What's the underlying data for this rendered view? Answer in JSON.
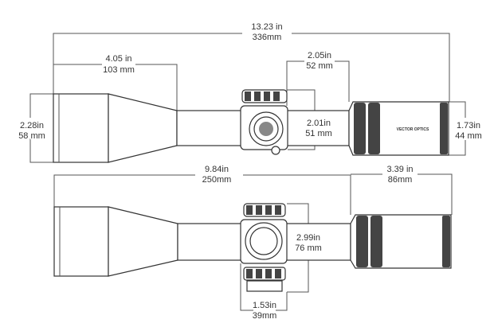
{
  "top_view": {
    "overall_length": {
      "inches": "13.23 in",
      "mm": "336mm"
    },
    "objective_bell_length": {
      "inches": "4.05 in",
      "mm": "103 mm"
    },
    "turret_to_eyepiece": {
      "inches": "2.05in",
      "mm": "52 mm"
    },
    "turret_height": {
      "inches": "2.01in",
      "mm": "51 mm"
    },
    "objective_diameter": {
      "inches": "2.28in",
      "mm": "58 mm"
    },
    "eyepiece_diameter": {
      "inches": "1.73in",
      "mm": "44 mm"
    },
    "brand_text": "VECTOR OPTICS"
  },
  "bottom_view": {
    "objective_to_eyepiece": {
      "inches": "9.84in",
      "mm": "250mm"
    },
    "eyepiece_length": {
      "inches": "3.39 in",
      "mm": "86mm"
    },
    "turret_span": {
      "inches": "2.99in",
      "mm": "76 mm"
    },
    "turret_width": {
      "inches": "1.53in",
      "mm": "39mm"
    }
  }
}
